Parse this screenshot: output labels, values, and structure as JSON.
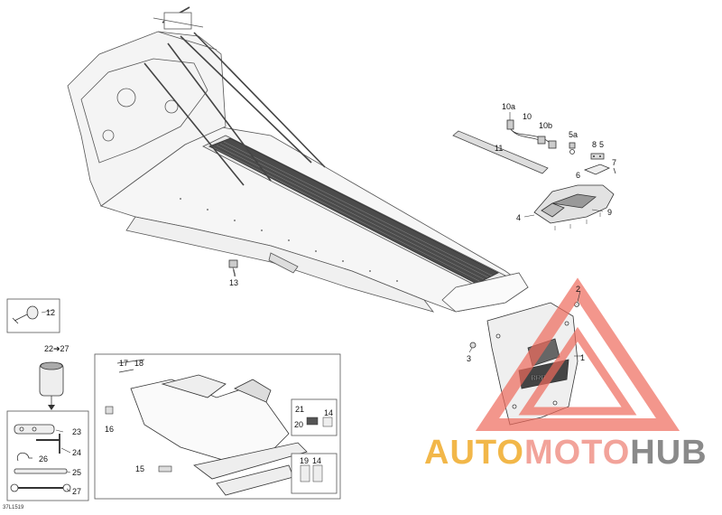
{
  "diagram": {
    "reference_code": "37L1519",
    "callouts": {
      "c1": "1",
      "c2": "2",
      "c3": "3",
      "c4": "4",
      "c5": "5",
      "c5a": "5a",
      "c6": "6",
      "c7": "7",
      "c8": "8",
      "c9": "9",
      "c10": "10",
      "c10a": "10a",
      "c10b": "10b",
      "c11": "11",
      "c12": "12",
      "c13": "13",
      "c14a": "14",
      "c14b": "14",
      "c15": "15",
      "c16": "16",
      "c17": "17",
      "c18": "18",
      "c19": "19",
      "c20": "20",
      "c21": "21",
      "c22_27": "22➔27",
      "c23": "23",
      "c24": "24",
      "c25": "25",
      "c26": "26",
      "c27": "27"
    }
  },
  "watermark": {
    "part1": "AUTO",
    "part2": "MOTO",
    "part3": "HUB",
    "colors": {
      "auto": "#f2b749",
      "moto": "#f2a39a",
      "hub": "#8a8a8a",
      "triangle": "#ee6a5c"
    }
  }
}
